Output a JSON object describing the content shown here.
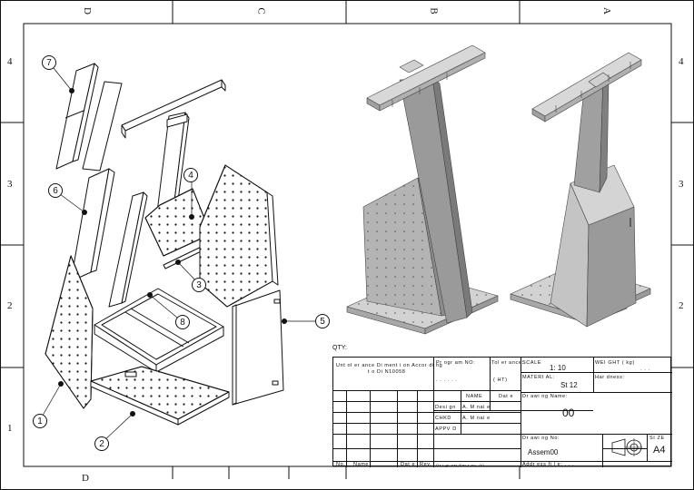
{
  "zones": {
    "top": [
      "D",
      "C",
      "B",
      "A"
    ],
    "left": [
      "4",
      "3",
      "2",
      "1"
    ],
    "right": [
      "4",
      "3",
      "2"
    ],
    "bottom_left": "D"
  },
  "balloons": [
    {
      "id": "b1",
      "label": "1"
    },
    {
      "id": "b2",
      "label": "2"
    },
    {
      "id": "b3",
      "label": "3"
    },
    {
      "id": "b4",
      "label": "4"
    },
    {
      "id": "b5",
      "label": "5"
    },
    {
      "id": "b6",
      "label": "6"
    },
    {
      "id": "b7",
      "label": "7"
    },
    {
      "id": "b8",
      "label": "8"
    }
  ],
  "qty_label": "QTY:",
  "title_block": {
    "tolerance_note_1": "Unt ol er ance Di ment i on Accor di ng",
    "tolerance_note_2": "t o Di N10058",
    "program_no_label": "Pr ogr am NO:",
    "program_no_value": ". . . . . .",
    "tolerance_label": "Tol er ance:",
    "tolerance_value": "( HT)",
    "scale_label": "SCALE",
    "scale_value": "1: 10",
    "weight_label": "WEI GHT ( kg)",
    "weight_value": ". . .",
    "material_label": "MATERI AL:",
    "material_value": "St 12",
    "hardness_label": "Har dness:",
    "name_header": "NAME",
    "date_header": "Dat e",
    "design_label": "Desi gn",
    "design_name": "A. M nai e",
    "chkd_label": "CHKD",
    "chkd_name": "A. M nai e",
    "appvd_label": "APPV D",
    "drawing_name_label": "Dr awi ng Name:",
    "drawing_name_value": "00",
    "drawing_no_label": "Dr awi ng No:",
    "drawing_no_value": "Assem00",
    "size_label": "SI ZE",
    "size_value": "A4",
    "rev_no": "No.",
    "rev_name": "Name",
    "rev_date": "Dat e",
    "rev_rev": "Rev.",
    "original_part": "Or i gi nal Par t no. 00",
    "address_label": "Addr ess fi l e: . . ."
  },
  "colors": {
    "line": "#111111",
    "panel_light": "#e6e6e6",
    "panel_mid": "#b4b4b4",
    "panel_dark": "#8c8c8c",
    "plate": "#d2d2d2"
  }
}
